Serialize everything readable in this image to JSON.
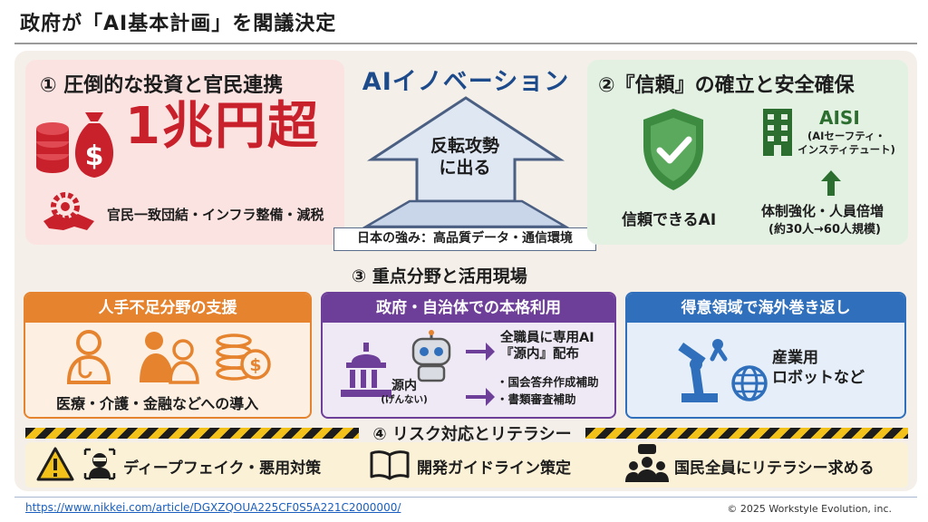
{
  "title": "政府が「AI基本計画」を閣議決定",
  "section1": {
    "heading": "① 圧倒的な投資と官民連携",
    "amount": "1兆円超",
    "subtext": "官民一致団結・インフラ整備・減税"
  },
  "center": {
    "innovation": "AIイノベーション",
    "arrow_line1": "反転攻勢",
    "arrow_line2": "に出る",
    "strength": "日本の強み：高品質データ・通信環境"
  },
  "section2": {
    "heading": "②『信頼』の確立と安全確保",
    "trust_label": "信頼できるAI",
    "aisi_title": "AISI",
    "aisi_sub1": "(AIセーフティ・",
    "aisi_sub2": "インスティテュート)",
    "strengthen": "体制強化・人員倍増",
    "staff": "(約30人→60人規模)"
  },
  "section3": {
    "heading": "③ 重点分野と活用現場",
    "box_a": {
      "header": "人手不足分野の支援",
      "text": "医療・介護・金融などへの導入"
    },
    "box_b": {
      "header": "政府・自治体での本格利用",
      "genai": "源内",
      "genai_reading": "(げんない)",
      "line1": "全職員に専用AI",
      "line2": "『源内』配布",
      "item1": "・国会答弁作成補助",
      "item2": "・書類審査補助"
    },
    "box_c": {
      "header": "得意領域で海外巻き返し",
      "line1": "産業用",
      "line2": "ロボットなど"
    }
  },
  "section4": {
    "heading": "④ リスク対応とリテラシー",
    "item1": "ディープフェイク・悪用対策",
    "item2": "開発ガイドライン策定",
    "item3": "国民全員にリテラシー求める"
  },
  "footer": {
    "url": "https://www.nikkei.com/article/DGXZQOUA225CF0S5A221C2000000/",
    "copyright": "© 2025 Workstyle Evolution, inc."
  },
  "colors": {
    "accent_red": "#c8212b",
    "accent_blue": "#1c4a8a",
    "accent_green": "#2c6e2f",
    "orange": "#e5832e",
    "purple": "#6e3f98",
    "blue": "#2f6fbb"
  },
  "icons": [
    "money-bag-icon",
    "coin-stack-icon",
    "gear-handshake-icon",
    "shield-check-icon",
    "building-icon",
    "up-arrow-icon",
    "doctor-icon",
    "caregiver-icon",
    "coin-dollar-icon",
    "parliament-icon",
    "robot-icon",
    "robot-arm-icon",
    "globe-icon",
    "warning-icon",
    "hacker-icon",
    "book-icon",
    "people-icon"
  ]
}
